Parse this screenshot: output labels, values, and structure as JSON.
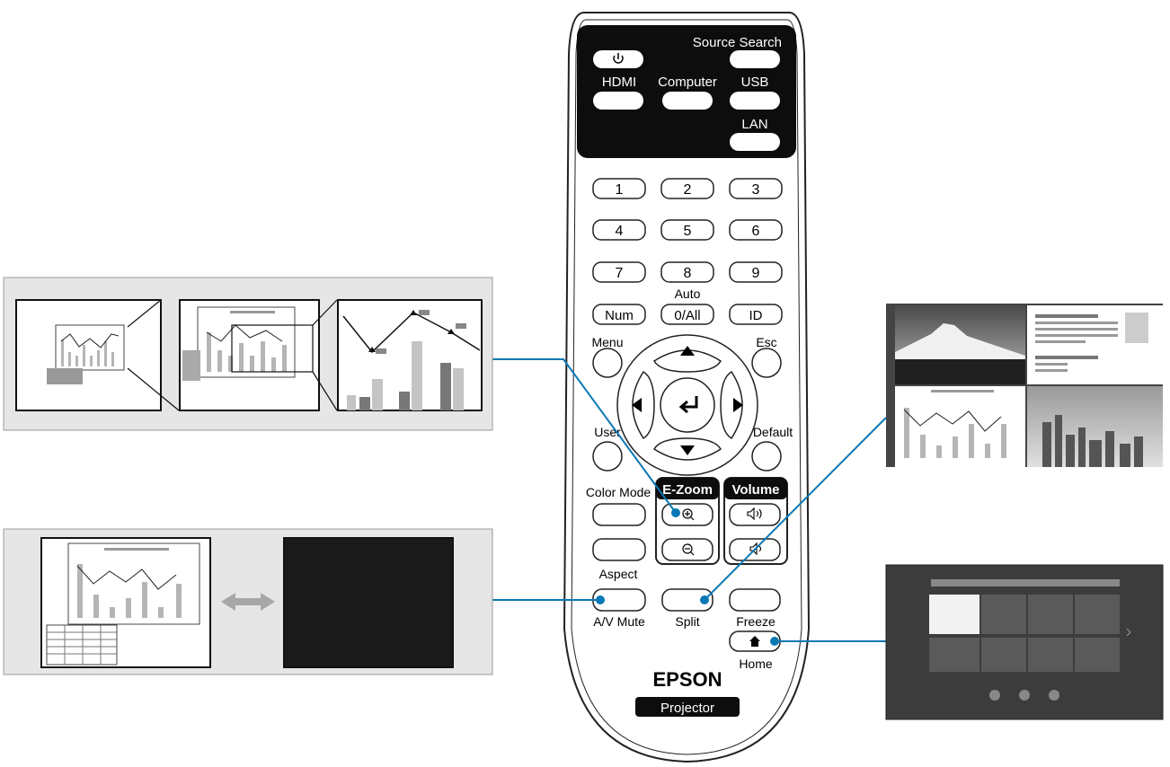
{
  "remote": {
    "top_panel": {
      "source_search": "Source Search",
      "hdmi": "HDMI",
      "computer": "Computer",
      "usb": "USB",
      "lan": "LAN",
      "power_icon": "power-icon"
    },
    "numpad": [
      "1",
      "2",
      "3",
      "4",
      "5",
      "6",
      "7",
      "8",
      "9"
    ],
    "num": "Num",
    "auto": "Auto",
    "zero_all": "0/All",
    "id": "ID",
    "menu": "Menu",
    "esc": "Esc",
    "user": "User",
    "default": "Default",
    "color_mode": "Color Mode",
    "ezoom": "E-Zoom",
    "volume": "Volume",
    "aspect": "Aspect",
    "av_mute": "A/V Mute",
    "split": "Split",
    "freeze": "Freeze",
    "home": "Home",
    "brand": "EPSON",
    "projector": "Projector"
  },
  "callouts": {
    "ezoom_panel": "E-Zoom illustration",
    "avmute_panel": "A/V Mute illustration",
    "split_panel": "Split screen illustration",
    "home_panel": "Home screen illustration"
  },
  "colors": {
    "leader_line": "#0a78b4",
    "remote_outline": "#222222",
    "panel_bg": "#e6e6e6"
  }
}
